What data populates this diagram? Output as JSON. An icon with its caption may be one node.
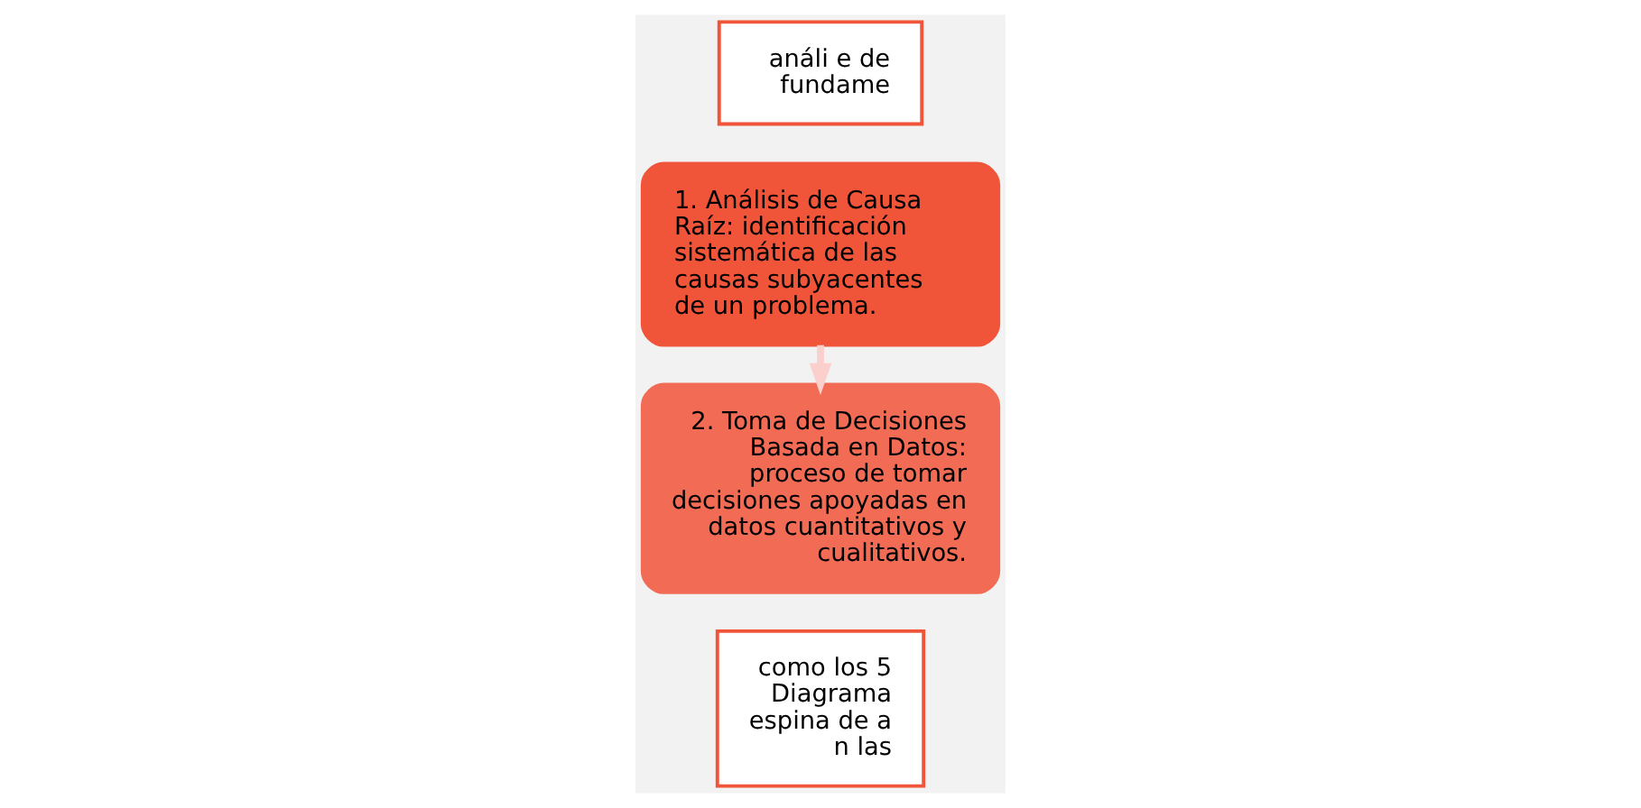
{
  "diagram": {
    "nodes": [
      {
        "text": [
          "como los 5 Diagrama espina de a n las"
        ]
      },
      {
        "text": [
          "1. Análisis de Causa Raíz: identificación sistemática de las causas subyacentes de un problema."
        ]
      },
      {
        "text": [
          "2. Toma de Decisiones Basada en Datos: proceso de tomar decisiones apoyadas en datos cuantitativos y cualitativos."
        ]
      },
      {
        "text": [
          "análi e de fundame"
        ]
      }
    ],
    "edges": [
      {
        "from": 1,
        "to": 2,
        "arrow": "to"
      }
    ]
  }
}
